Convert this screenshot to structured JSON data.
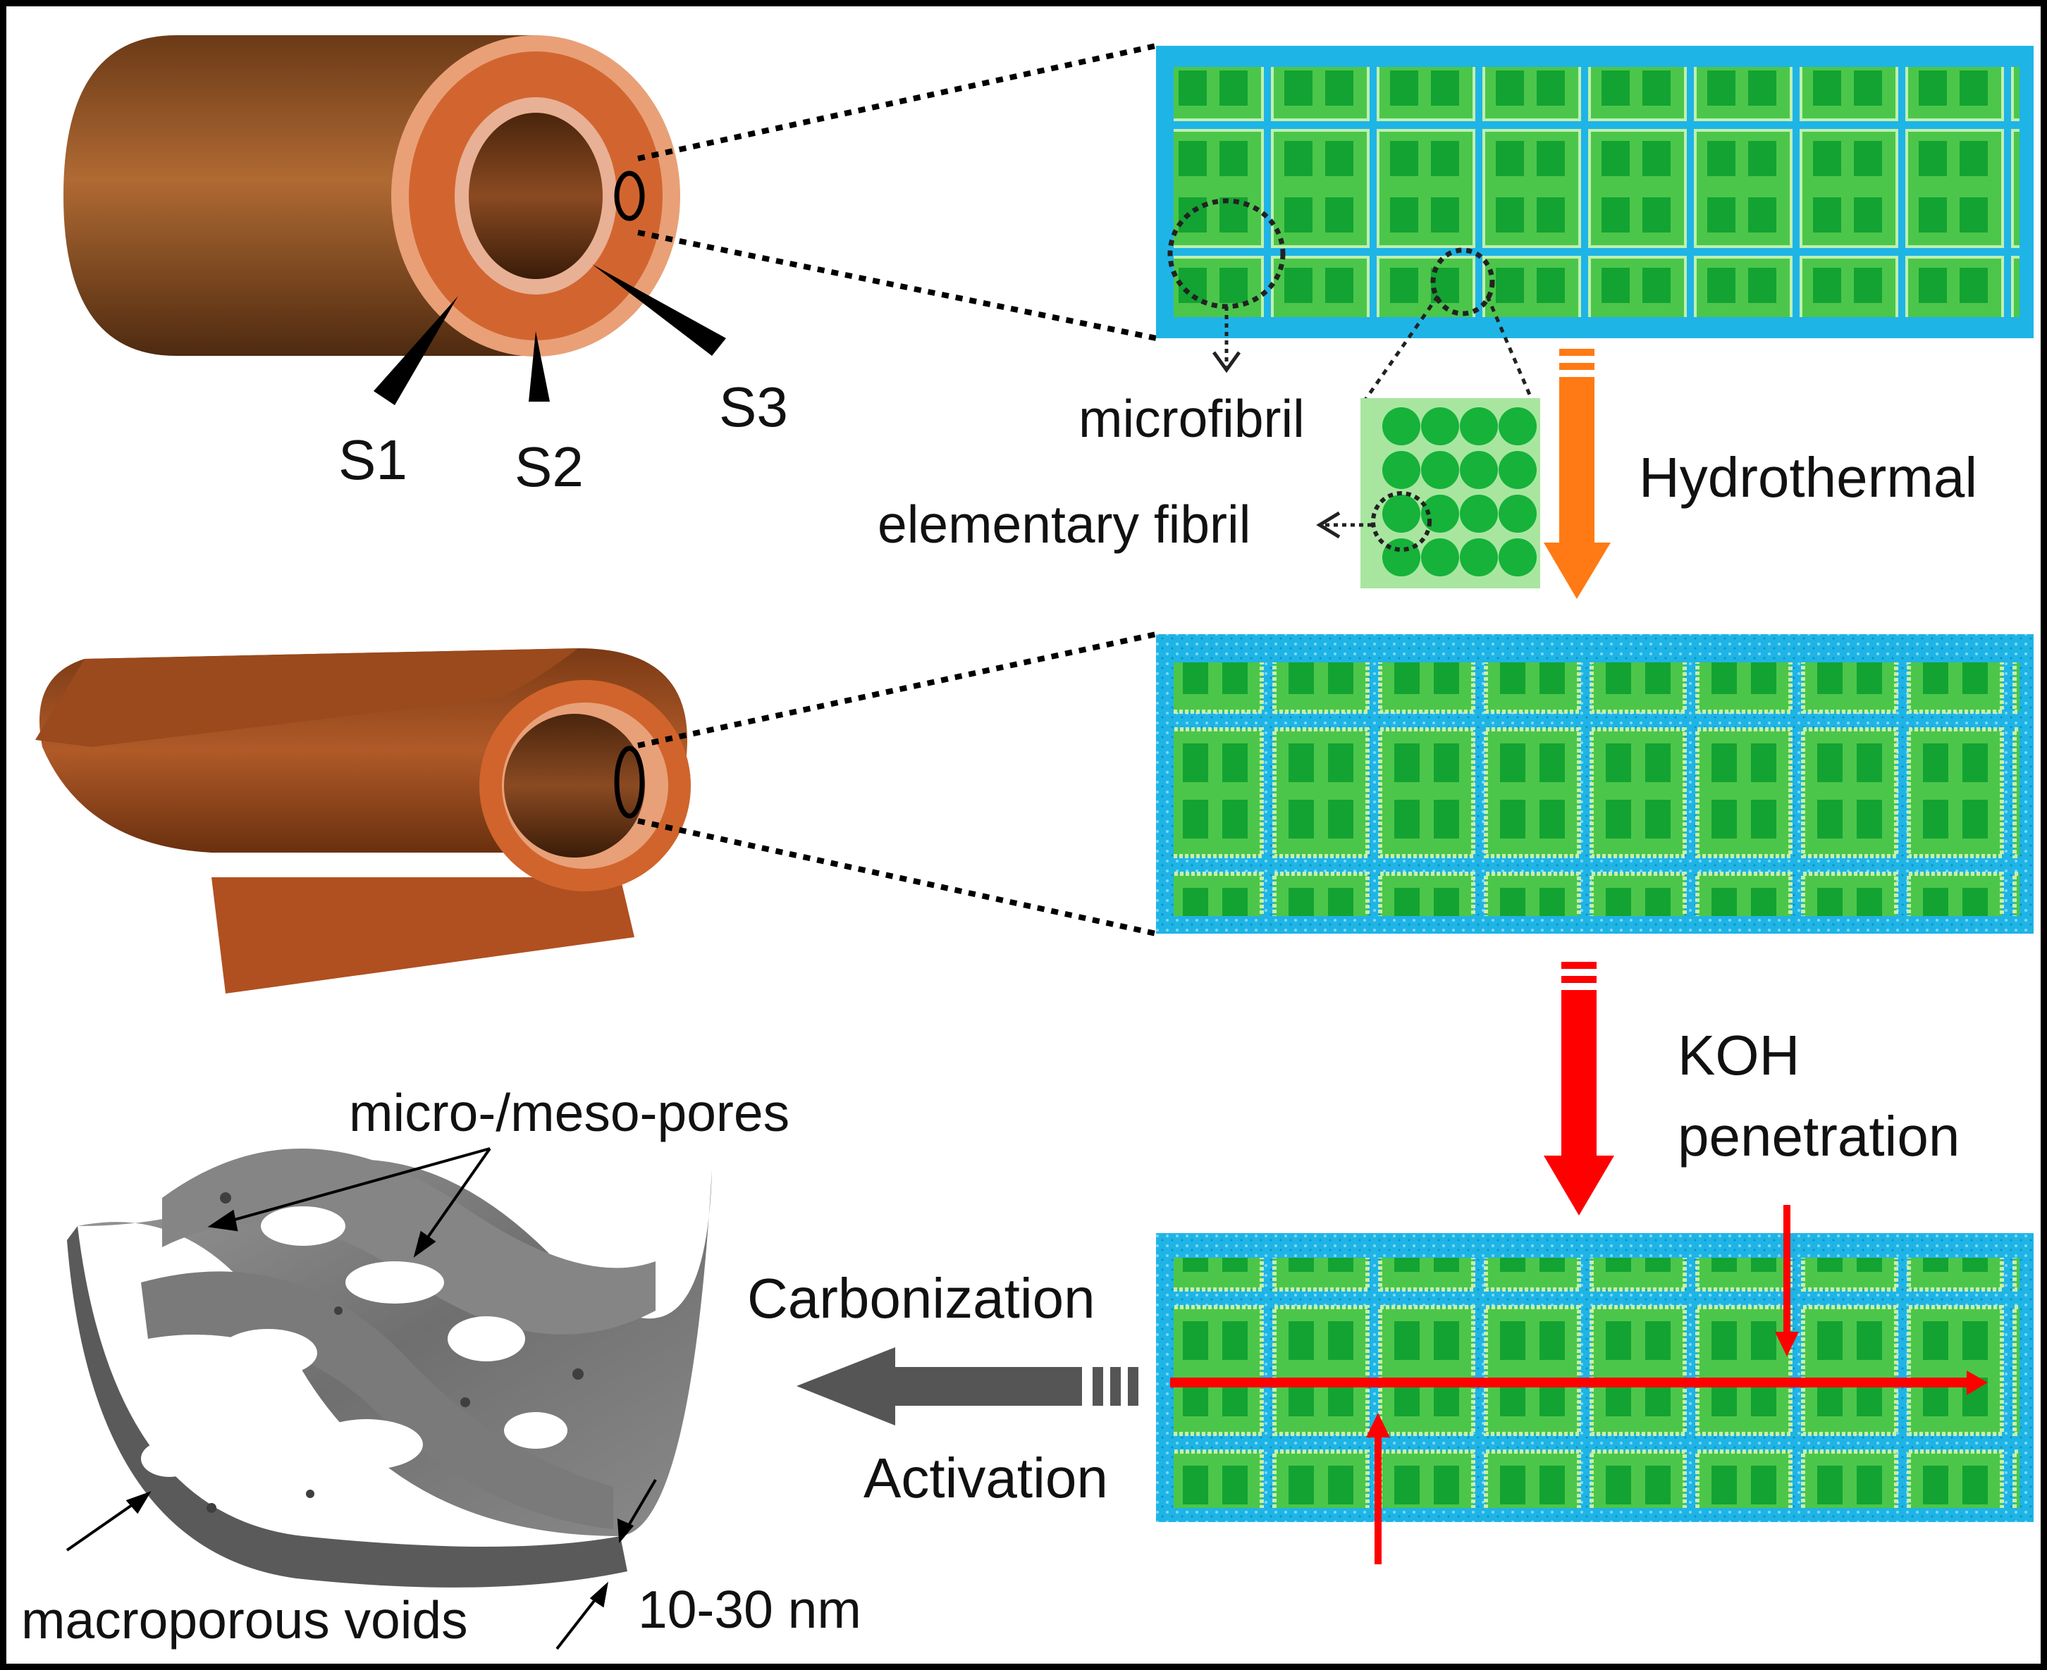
{
  "labels": {
    "s1": "S1",
    "s2": "S2",
    "s3": "S3",
    "microfibril": "microfibril",
    "elementary_fibril": "elementary fibril",
    "hydrothermal": "Hydrothermal",
    "koh_line1": "KOH",
    "koh_line2": "penetration",
    "carbonization": "Carbonization",
    "activation": "Activation",
    "micro_meso_pores": "micro-/meso-pores",
    "macroporous_voids": "macroporous voids",
    "thickness": "10-30 nm"
  },
  "colors": {
    "cyan_background": "#1fb4e6",
    "fibril_green": "#1db339",
    "fibril_light": "#9ee58f",
    "wood_dark": "#5e3112",
    "wood_mid": "#a35a28",
    "wood_ring": "#d8743c",
    "ring_inner": "#e8a378",
    "hydrothermal_arrow": "#ff7a14",
    "koh_arrow": "#ff0000",
    "carbon_arrow": "#555555",
    "carbon_surface": "#7a7a7a"
  }
}
